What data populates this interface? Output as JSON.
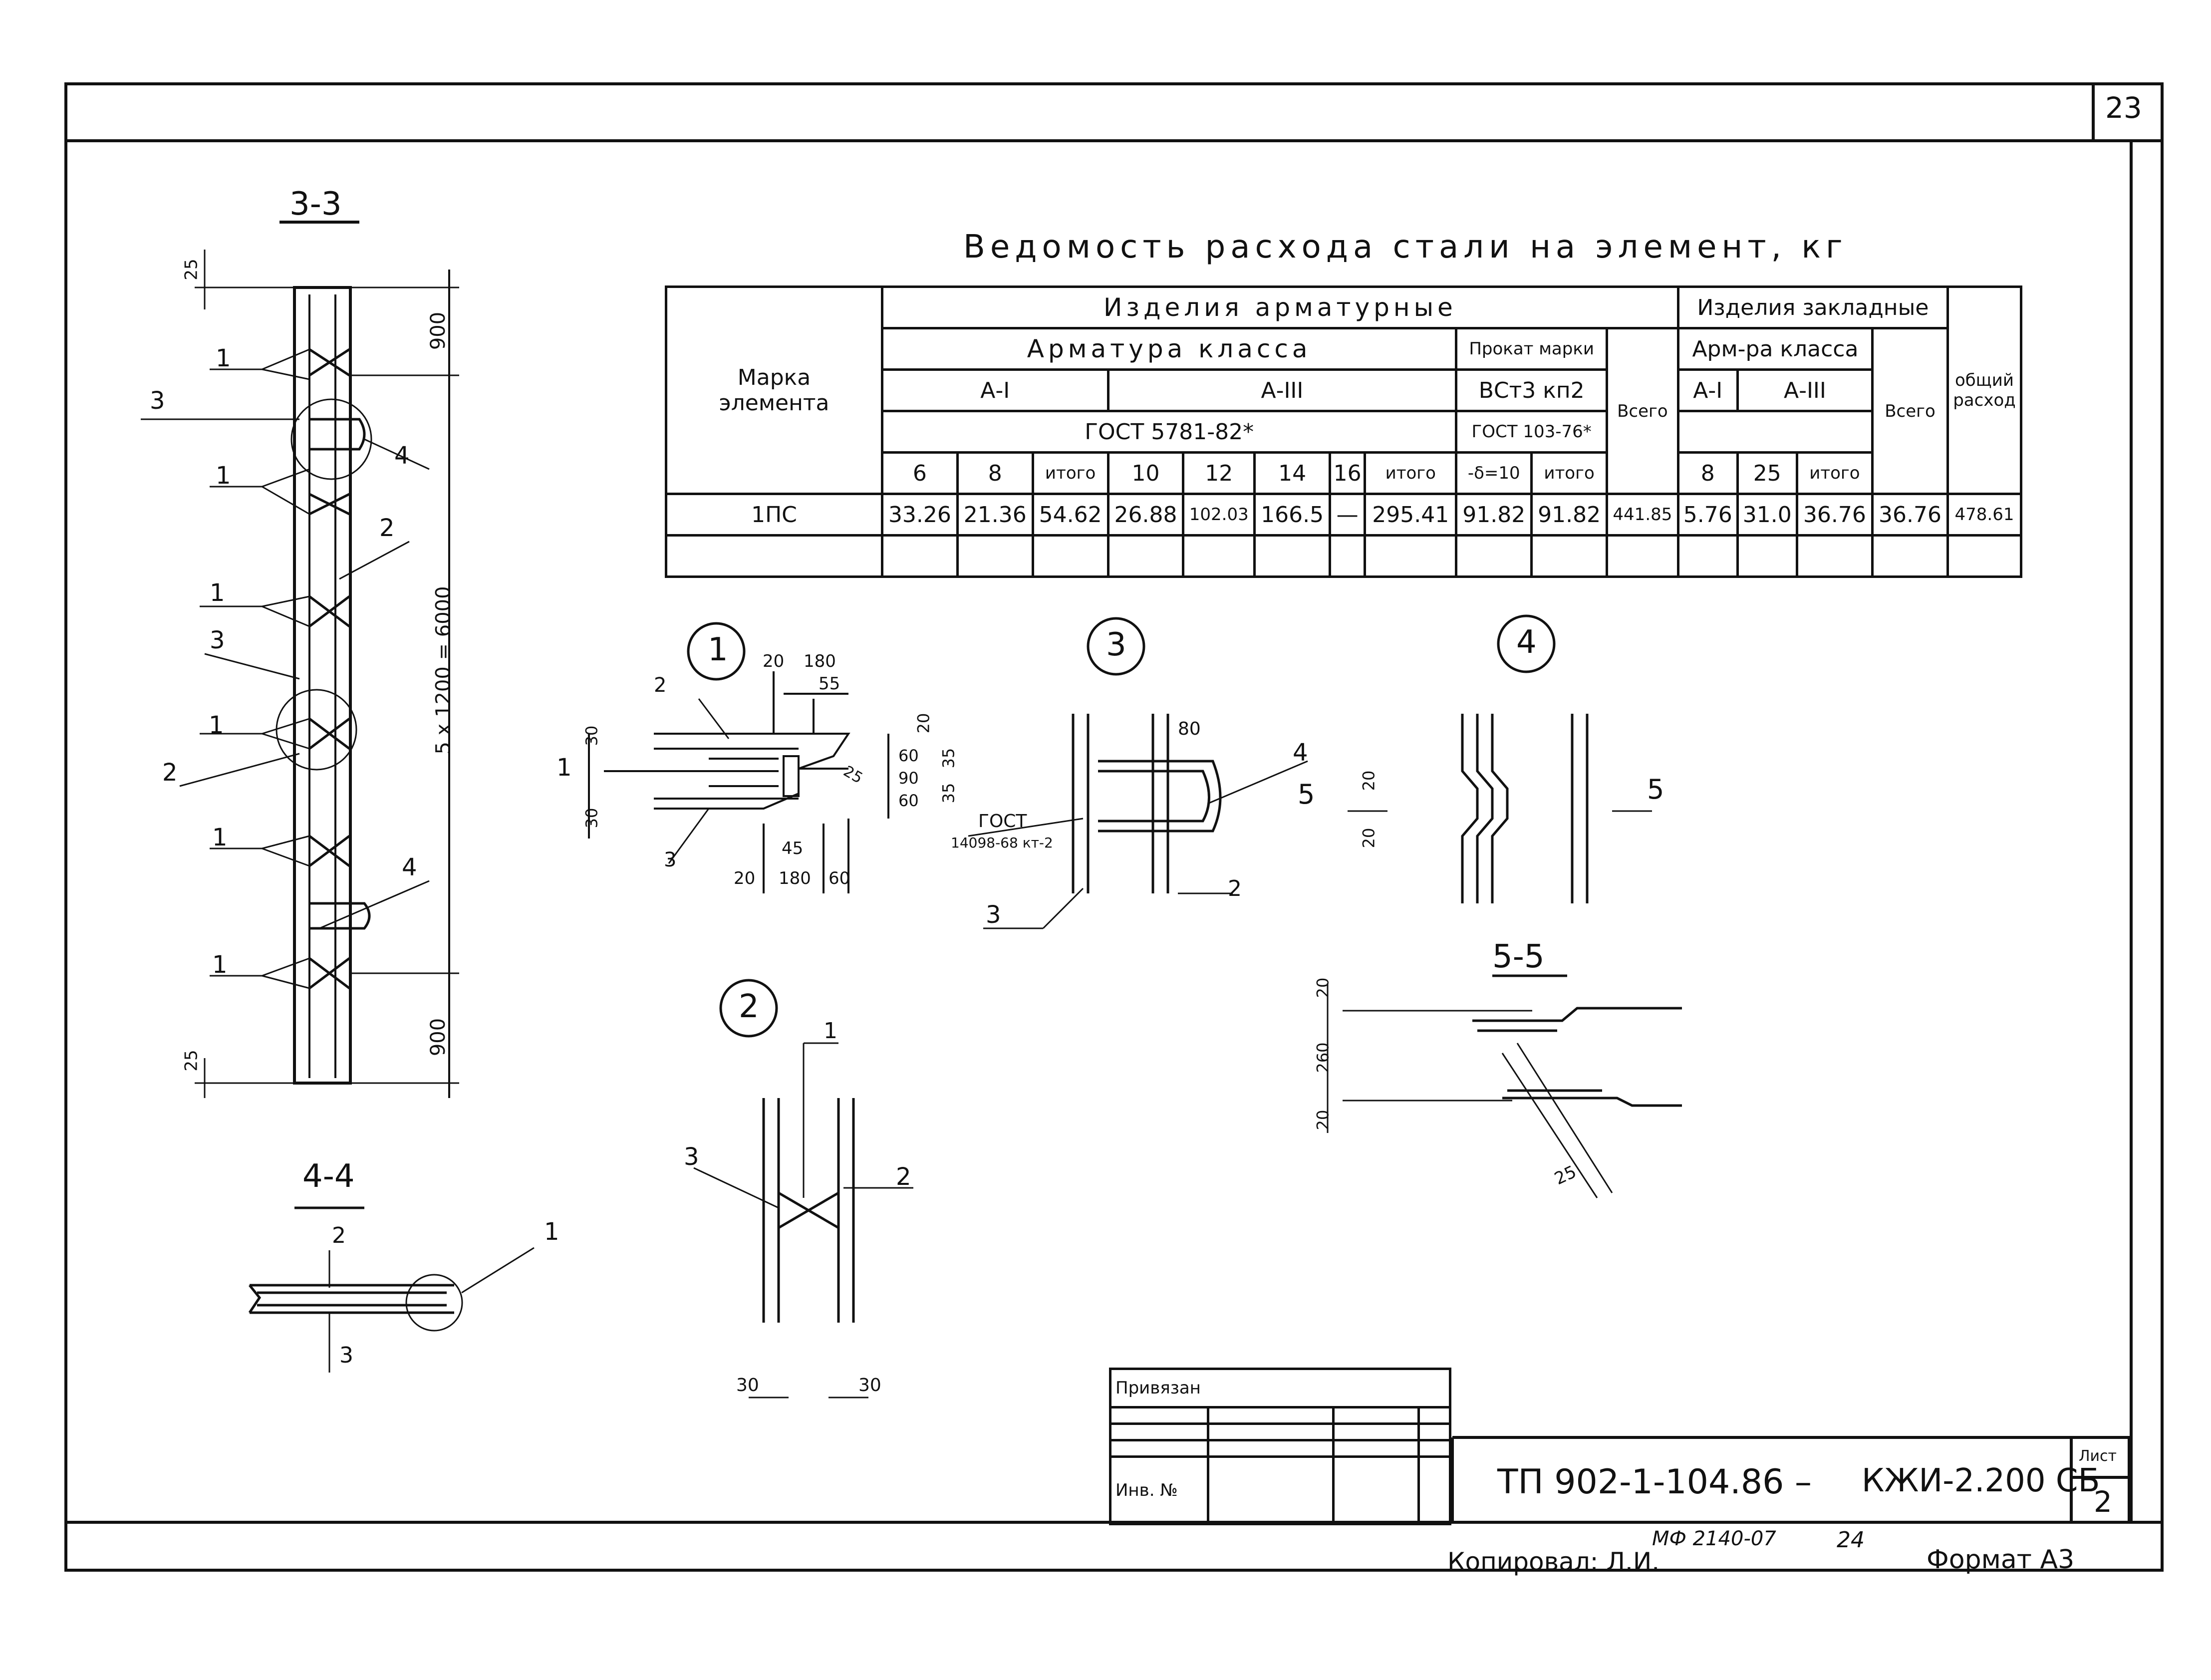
{
  "page_number": "23",
  "sheet_number": "2",
  "sheet_label": "Лист",
  "doc_code": "ТП 902-1-104.86 –",
  "doc_code_suffix": "КЖИ-2.200 СБ",
  "copied_by": "Копировал: Л.И.",
  "handwritten_ref": "МФ 2140-07",
  "handwritten_num": "24",
  "format": "Формат А3",
  "title_block": {
    "attached": "Привязан",
    "inv_no": "Инв. №"
  },
  "table_title": "Ведомость расхода стали на элемент, кг",
  "table": {
    "mark_header": [
      "Марка",
      "элемента"
    ],
    "rebar_products": "Изделия арматурные",
    "rebar_class": "Арматура класса",
    "a1": "А-I",
    "a3": "А-III",
    "gost_rebar": "ГОСТ 5781-82*",
    "rolled_brand": "Прокат марки",
    "vst": "ВСт3 кп2",
    "gost_rolled": "ГОСТ 103-76*",
    "total": "Всего",
    "embedded_products": "Изделия закладные",
    "arm_class": "Арм-ра класса",
    "emb_a1": "А-I",
    "emb_a3": "А-III",
    "emb_total": "Всего",
    "overall": [
      "общий",
      "расход"
    ],
    "diam_headers": [
      "6",
      "8",
      "итого",
      "10",
      "12",
      "14",
      "16",
      "итого",
      "-δ=10",
      "итого"
    ],
    "emb_diam_headers": [
      "8",
      "25",
      "итого"
    ],
    "row": {
      "mark": "1ПС",
      "values": [
        "33.26",
        "21.36",
        "54.62",
        "26.88",
        "102.03",
        "166.5",
        "—",
        "295.41",
        "91.82",
        "91.82",
        "441.85",
        "5.76",
        "31.0",
        "36.76",
        "36.76",
        "478.61"
      ]
    }
  },
  "sections": {
    "s33": "3-3",
    "s44": "4-4",
    "s55": "5-5",
    "node1": "1",
    "node2": "2",
    "node3": "3",
    "node4": "4"
  },
  "dims_33": {
    "top25": "25",
    "top900": "900",
    "middle": "5 x 1200 = 6000",
    "bot900": "900",
    "bot25": "25"
  },
  "labels_33": {
    "l1": "1",
    "l2": "2",
    "l3": "3",
    "l4": "4"
  },
  "node1_dims": {
    "d20a": "20",
    "d180a": "180",
    "d55": "55",
    "d20b": "20",
    "d60a": "60",
    "d90": "90",
    "d60b": "60",
    "d35a": "35",
    "d35b": "35",
    "d25": "25",
    "d30a": "30",
    "d30b": "30",
    "d45": "45",
    "d20c": "20",
    "d180b": "180",
    "d60c": "60"
  },
  "node3_text": {
    "gost1": "ГОСТ",
    "gost2": "14098-68 кт-2",
    "d80": "80"
  },
  "node4_text": {
    "d20a": "20",
    "d20b": "20",
    "cut": "5"
  },
  "s55_dims": {
    "d20a": "20",
    "d260": "260",
    "d20b": "20",
    "d25": "25"
  },
  "node2_dims": {
    "d30a": "30",
    "d30b": "30"
  }
}
